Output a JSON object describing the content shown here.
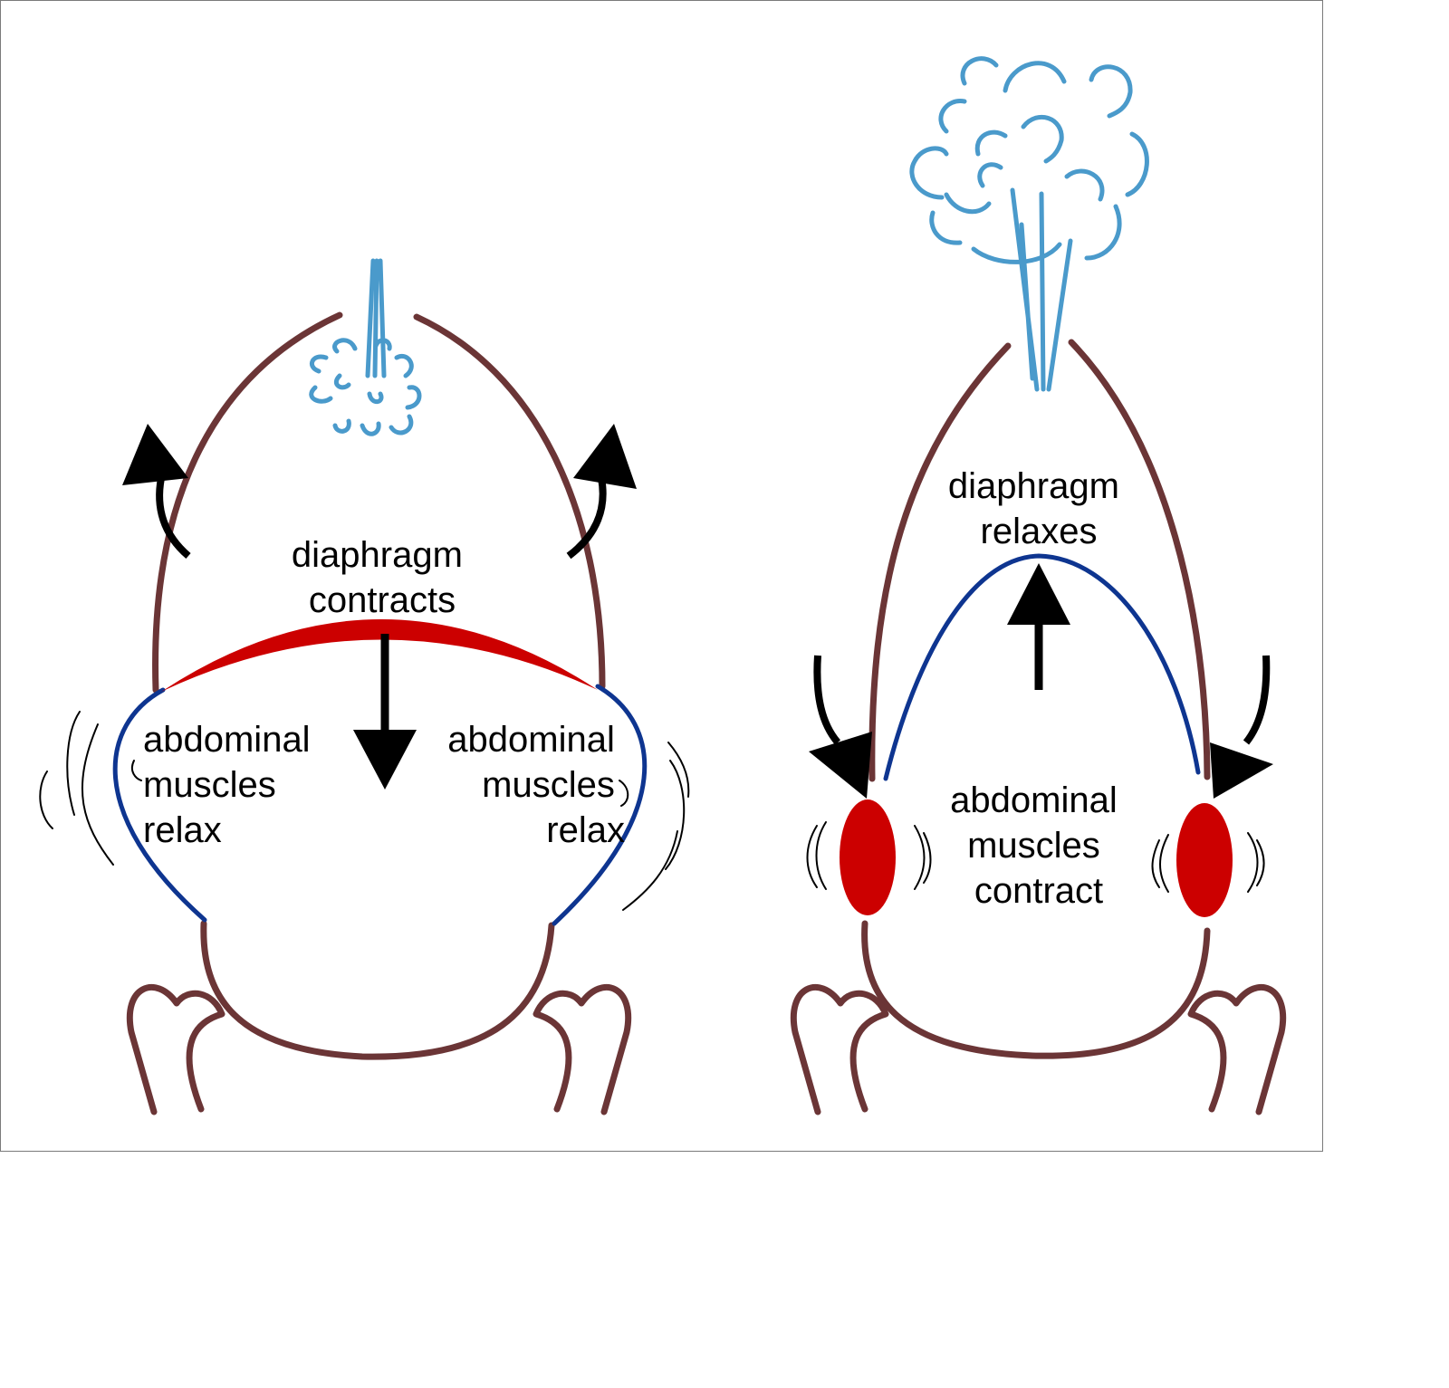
{
  "left_panel": {
    "diaphragm_label": [
      "diaphragm",
      "contracts"
    ],
    "abdominal_left_label": [
      "abdominal",
      "muscles",
      "relax"
    ],
    "abdominal_right_label": [
      "abdominal",
      "muscles",
      "relax"
    ]
  },
  "right_panel": {
    "diaphragm_label": [
      "diaphragm",
      "relaxes"
    ],
    "abdominal_label": [
      "abdominal",
      "muscles",
      "contract"
    ]
  },
  "colors": {
    "body_outline": "#6b3536",
    "air": "#4a9acb",
    "abdominal_wall": "#0e3590",
    "muscle_contracted": "#cc0000",
    "arrow": "#000000"
  },
  "icons": [
    "curved-arrow-icon",
    "straight-arrow-icon",
    "air-cloud-icon",
    "vibration-lines-icon"
  ]
}
